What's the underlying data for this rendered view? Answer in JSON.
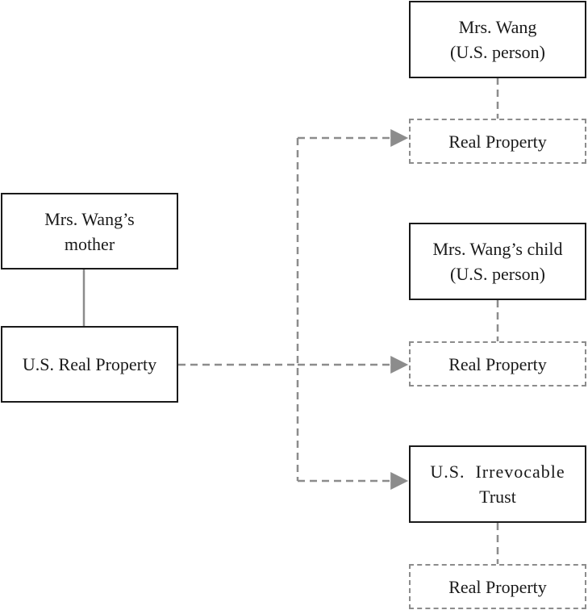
{
  "diagram": {
    "mother": {
      "line1": "Mrs. Wang’s",
      "line2": "mother"
    },
    "us_real_property": {
      "label": "U.S. Real Property"
    },
    "mrs_wang": {
      "line1": "Mrs. Wang",
      "line2": "(U.S. person)"
    },
    "mrs_wang_property": {
      "label": "Real Property"
    },
    "child": {
      "line1": "Mrs. Wang’s child",
      "line2": "(U.S. person)"
    },
    "child_property": {
      "label": "Real Property"
    },
    "trust": {
      "line1": "U.S.  Irrevocable",
      "line2": "Trust"
    },
    "trust_property": {
      "label": "Real Property"
    }
  },
  "colors": {
    "box_border": "#1a1a1a",
    "connector": "#8c8c8c"
  }
}
